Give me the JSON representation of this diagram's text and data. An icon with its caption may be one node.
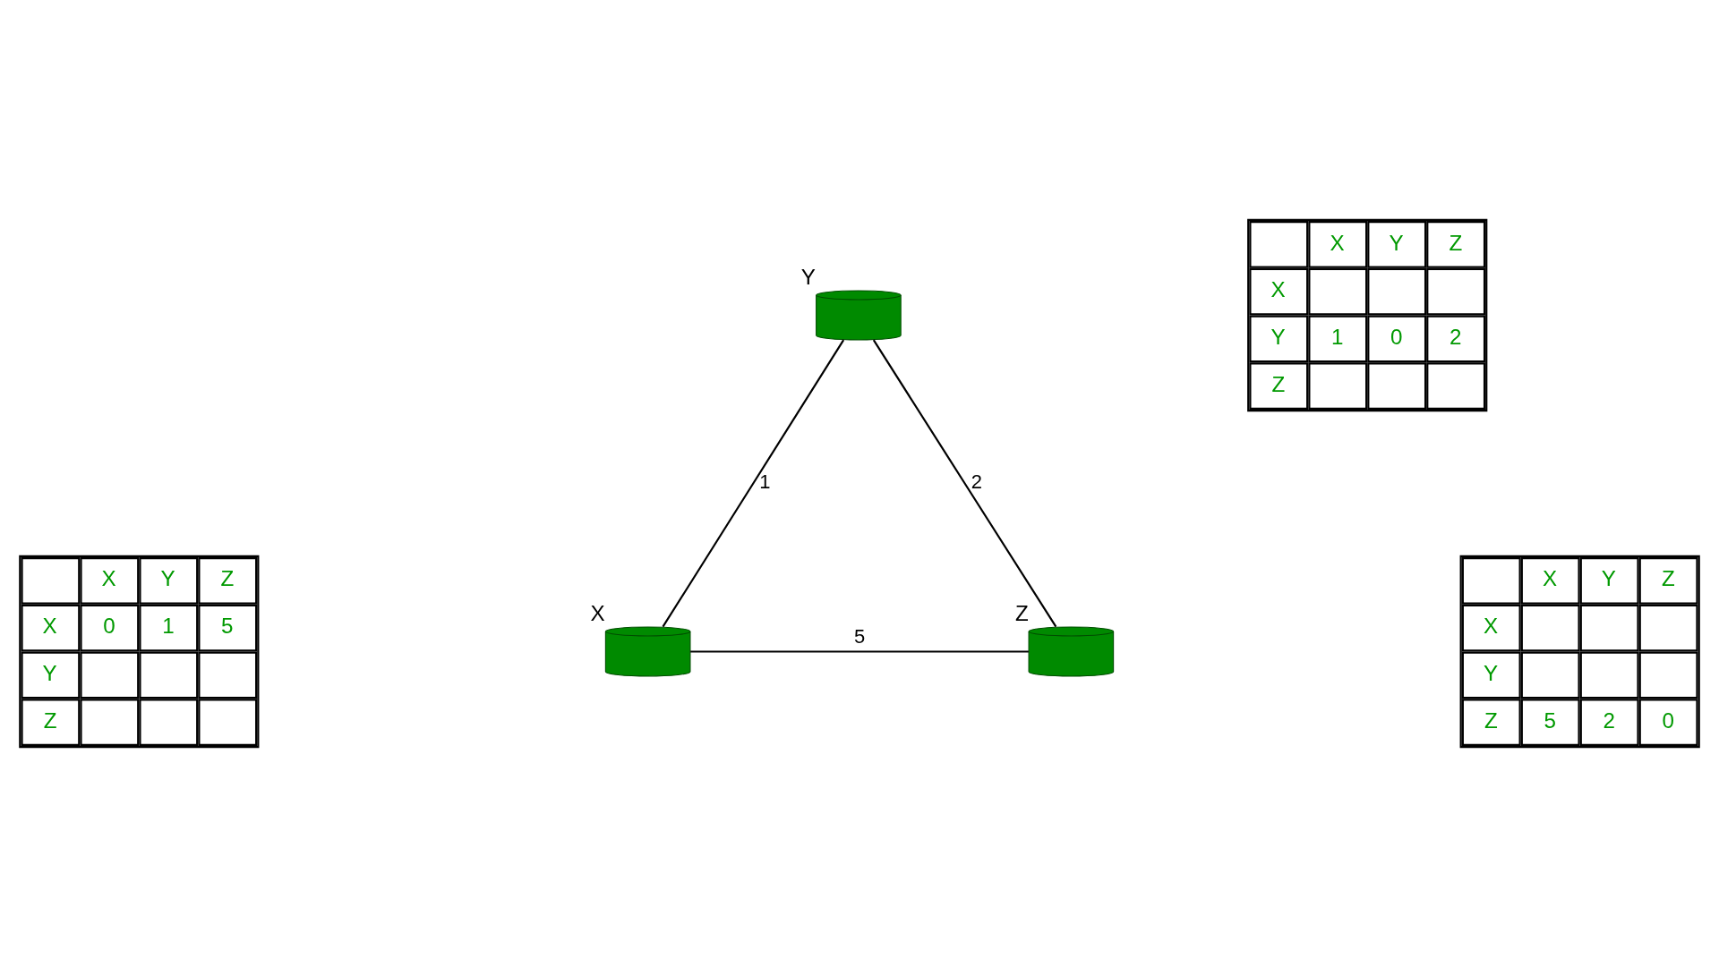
{
  "diagram": {
    "nodes": [
      {
        "text": [],
        "shape": "cylinder",
        "beside": [
          "Y"
        ]
      },
      {
        "text": [],
        "shape": "cylinder",
        "beside": [
          "X"
        ]
      },
      {
        "text": [],
        "shape": "cylinder",
        "beside": [
          "Z"
        ]
      }
    ],
    "edges": [
      {
        "from": 1,
        "to": 0,
        "arrow": "none",
        "label": "1"
      },
      {
        "from": 0,
        "to": 2,
        "arrow": "none",
        "label": "2"
      },
      {
        "from": 1,
        "to": 2,
        "arrow": "none",
        "label": "5"
      }
    ],
    "labels": [
      "X",
      "Y",
      "Z",
      "X",
      "Y",
      "1",
      "0",
      "2",
      "Z",
      "X",
      "Y",
      "Z",
      "X",
      "0",
      "1",
      "5",
      "Y",
      "Z",
      "X",
      "Y",
      "Z",
      "X",
      "Y",
      "Z",
      "5",
      "2",
      "0"
    ]
  }
}
